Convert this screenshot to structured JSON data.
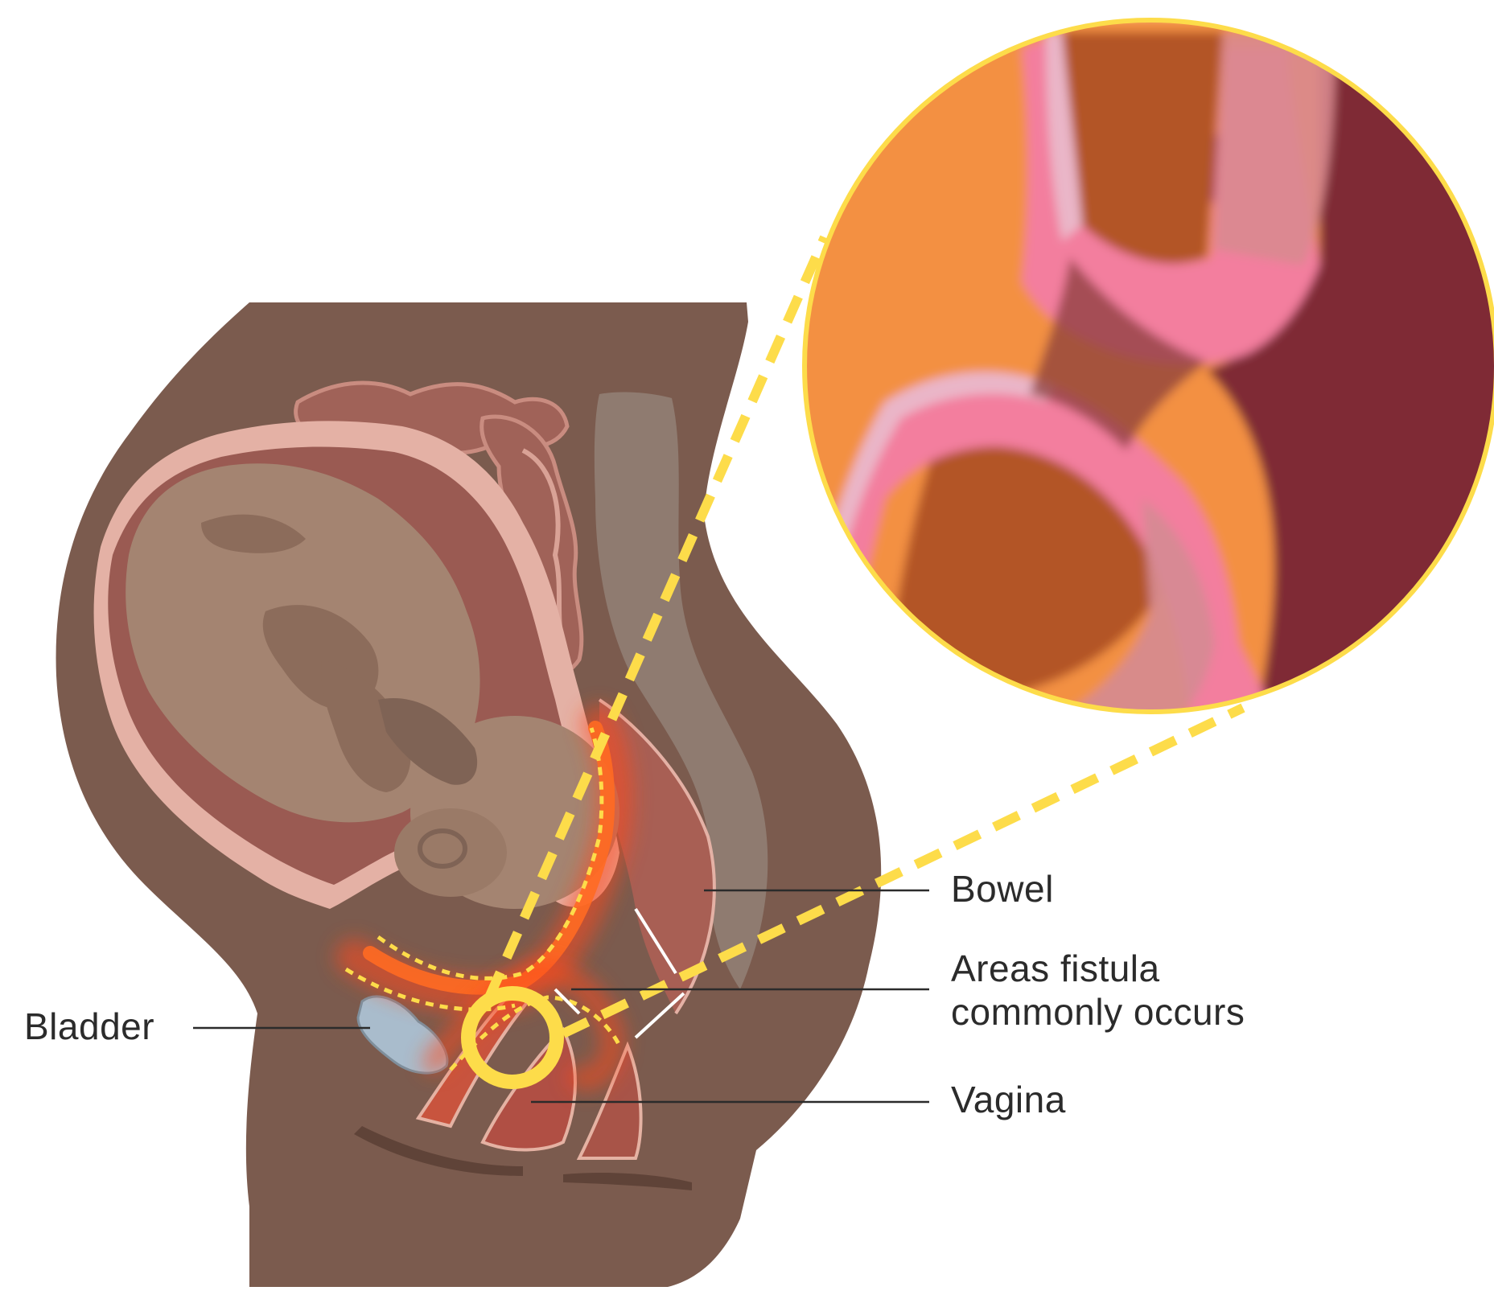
{
  "labels": {
    "bladder": "Bladder",
    "bowel": "Bowel",
    "fistula_line1": "Areas fistula",
    "fistula_line2": "commonly occurs",
    "vagina": "Vagina"
  },
  "colors": {
    "body": "#7b5b4e",
    "body_dark": "#6a4d41",
    "spine": "#8f7b70",
    "uterus_wall": "#e4b1a5",
    "uterus_cavity": "#9a5a52",
    "fetus": "#a48471",
    "fetus_shadow": "#7f6355",
    "bowel": "#b0645a",
    "bladder": "#a9bccc",
    "fistula_glow": "#ff4a1a",
    "highlight": "#fddc4a",
    "zoom_orange": "#f39042",
    "zoom_brown": "#b35428",
    "zoom_pink": "#f37e9e",
    "zoom_light_pink": "#eab6c8",
    "zoom_maroon": "#7f2934",
    "label_text": "#2b2b2b"
  }
}
